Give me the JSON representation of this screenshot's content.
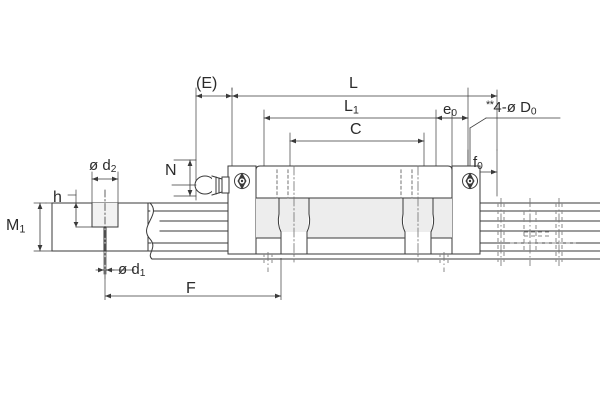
{
  "drawing": {
    "type": "engineering-dimension-drawing",
    "subject": "linear-motion-guide-block-and-rail",
    "background_color": "#ffffff",
    "line_color": "#3a3a3a",
    "shade_color": "#d9d9d9",
    "text_color": "#2b2b2b"
  },
  "labels": {
    "e_paren": "(E)",
    "L": "L",
    "L1_base": "L",
    "L1_sub": "1",
    "C": "C",
    "e0_base": "e",
    "e0_sub": "0",
    "f0_base": "f",
    "f0_sub": "0",
    "holes_sup": "**",
    "holes_base": "4-ø D",
    "holes_sub": "0",
    "N": "N",
    "d2_base": "ø d",
    "d2_sub": "2",
    "d1_base": "ø d",
    "d1_sub": "1",
    "h": "h",
    "M1_base": "M",
    "M1_sub": "1",
    "F": "F"
  }
}
